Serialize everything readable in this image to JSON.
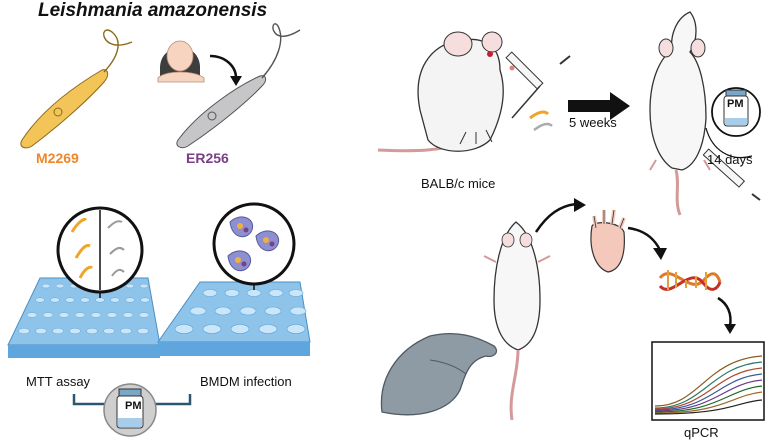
{
  "title": "Leishmania amazonensis",
  "strains": {
    "strain_a": "M2269",
    "strain_b": "ER256"
  },
  "assays": {
    "mtt": "MTT assay",
    "bmdm": "BMDM infection"
  },
  "mouse_model": {
    "mice": "BALB/c mice",
    "infection_period": "5 weeks",
    "treatment_period": "14 days",
    "drug_label": "PM",
    "readout": "qPCR"
  },
  "colors": {
    "strain_a": "#f0862a",
    "strain_b": "#7b3f86",
    "plate": "#8fc4ea",
    "glove": "#8e9aa4"
  }
}
